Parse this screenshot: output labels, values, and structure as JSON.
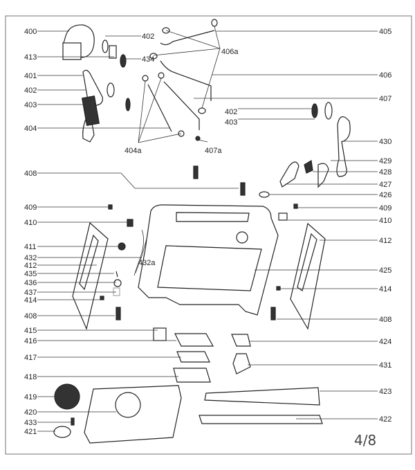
{
  "diagram": {
    "page_number": "4/8",
    "callouts": [
      "400",
      "413",
      "401",
      "402",
      "403",
      "404",
      "408",
      "409",
      "410",
      "411",
      "432",
      "412",
      "435",
      "436",
      "437",
      "414",
      "408",
      "415",
      "416",
      "417",
      "418",
      "419",
      "420",
      "433",
      "421",
      "402",
      "434",
      "406a",
      "404a",
      "407a",
      "402",
      "403",
      "432a",
      "405",
      "406",
      "407",
      "430",
      "429",
      "428",
      "427",
      "426",
      "409",
      "410",
      "412",
      "425",
      "414",
      "408",
      "424",
      "431",
      "423",
      "422"
    ],
    "colors": {
      "line": "#333333",
      "frame": "#888888",
      "highlight_label_blue": "#1f3a7a",
      "highlight_label_orange": "#b05a00"
    }
  }
}
